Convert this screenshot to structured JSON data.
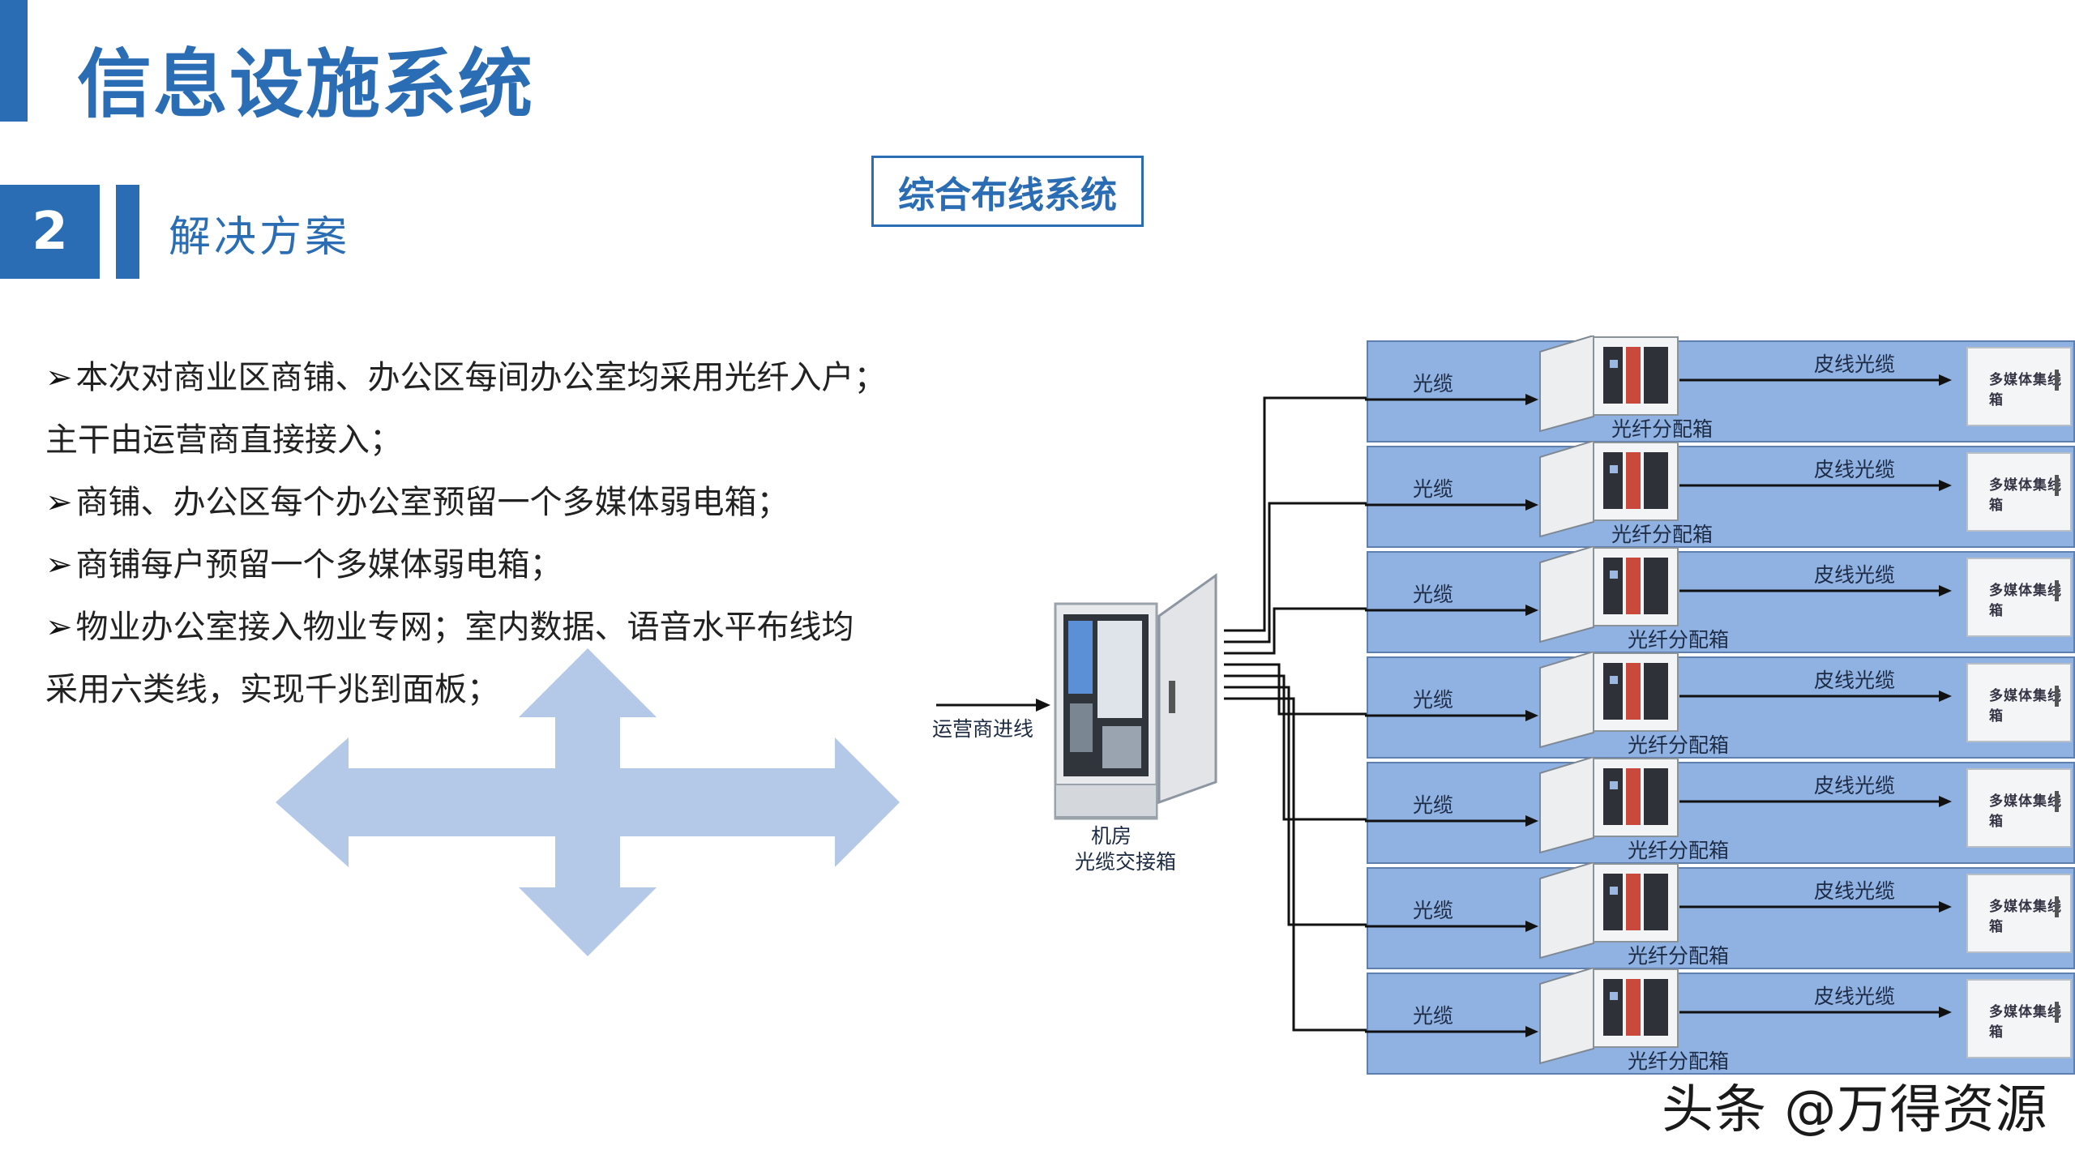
{
  "page": {
    "title": "信息设施系统",
    "section_number": "2",
    "section_title": "解决方案",
    "caption": "综合布线系统"
  },
  "bullets": [
    {
      "arrow": "➢",
      "text": "本次对商业区商铺、办公区每间办公室均采用光纤入户；"
    },
    {
      "arrow": "",
      "text": "主干由运营商直接接入；"
    },
    {
      "arrow": "➢",
      "text": "商铺、办公区每个办公室预留一个多媒体弱电箱；"
    },
    {
      "arrow": "➢",
      "text": "商铺每户预留一个多媒体弱电箱；"
    },
    {
      "arrow": "➢",
      "text": "物业办公室接入物业专网；室内数据、语音水平布线均"
    },
    {
      "arrow": "",
      "text": "采用六类线，实现千兆到面板；"
    }
  ],
  "diagram": {
    "incoming_label": "运营商进线",
    "room_label": "机房",
    "room_box_label": "光缆交接箱",
    "rows": [
      {
        "cable": "光缆",
        "box": "光纤分配箱",
        "leather": "皮线光缆",
        "terminal": "多媒体集线箱"
      },
      {
        "cable": "光缆",
        "box": "光纤分配箱",
        "leather": "皮线光缆",
        "terminal": "多媒体集线箱"
      },
      {
        "cable": "光缆",
        "box": "光纤分配箱",
        "leather": "皮线光缆",
        "terminal": "多媒体集线箱"
      },
      {
        "cable": "光缆",
        "box": "光纤分配箱",
        "leather": "皮线光缆",
        "terminal": "多媒体集线箱"
      },
      {
        "cable": "光缆",
        "box": "光纤分配箱",
        "leather": "皮线光缆",
        "terminal": "多媒体集线箱"
      },
      {
        "cable": "光缆",
        "box": "光纤分配箱",
        "leather": "皮线光缆",
        "terminal": "多媒体集线箱"
      },
      {
        "cable": "光缆",
        "box": "光纤分配箱",
        "leather": "皮线光缆",
        "terminal": "多媒体集线箱"
      }
    ]
  },
  "watermark": "头条 @万得资源",
  "colors": {
    "accent": "#2b6db4",
    "row_fill": "#8fb2e3",
    "cross_arrow": "#b4c8e8"
  }
}
